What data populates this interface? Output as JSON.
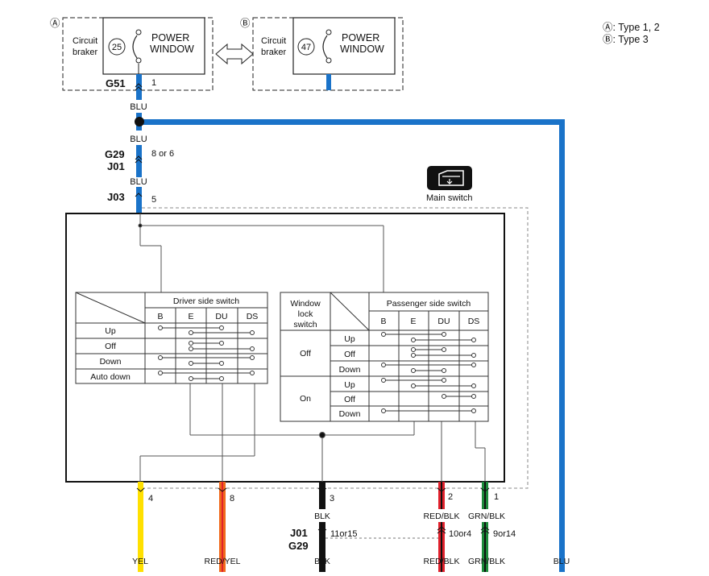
{
  "legend": {
    "type_a": "Ⓐ: Type 1, 2",
    "type_b": "Ⓑ: Type 3"
  },
  "module_a": {
    "marker": "Ⓐ",
    "breaker_label_1": "Circuit",
    "breaker_label_2": "braker",
    "fuse_number": "25",
    "fuse_label_1": "POWER",
    "fuse_label_2": "WINDOW",
    "connector": "G51",
    "pin": "1"
  },
  "module_b": {
    "marker": "Ⓑ",
    "breaker_label_1": "Circuit",
    "breaker_label_2": "braker",
    "fuse_number": "47",
    "fuse_label_1": "POWER",
    "fuse_label_2": "WINDOW"
  },
  "trunk": {
    "wire_color_1": "BLU",
    "wire_color_2": "BLU",
    "wire_color_3": "BLU",
    "connector_1": "G29",
    "connector_2": "J01",
    "pins": "8 or 6",
    "connector_3": "J03",
    "pin_3": "5",
    "right_wire_color": "BLU"
  },
  "main_switch": {
    "label": "Main switch"
  },
  "driver_table": {
    "title": "Driver side switch",
    "columns": [
      "B",
      "E",
      "DU",
      "DS"
    ],
    "rows": [
      "Up",
      "Off",
      "Down",
      "Auto down"
    ]
  },
  "passenger_table": {
    "lock_header_1": "Window",
    "lock_header_2": "lock",
    "lock_header_3": "switch",
    "title": "Passenger side switch",
    "columns": [
      "B",
      "E",
      "DU",
      "DS"
    ],
    "lock_off": "Off",
    "lock_on": "On",
    "rows": [
      "Up",
      "Off",
      "Down",
      "Up",
      "Off",
      "Down"
    ]
  },
  "outputs": {
    "pin_4": "4",
    "pin_8": "8",
    "pin_3": "3",
    "pin_2": "2",
    "pin_1": "1",
    "blk_1": "BLK",
    "redblk_1": "RED/BLK",
    "grnblk_1": "GRN/BLK",
    "connector_j01": "J01",
    "connector_g29": "G29",
    "pins_blk": "11or15",
    "pins_red": "10or4",
    "pins_grn": "9or14",
    "yel": "YEL",
    "redyel": "RED/YEL",
    "blk_2": "BLK",
    "redblk_2": "RED/BLK",
    "grnblk_2": "GRN/BLK",
    "blu": "BLU"
  },
  "colors": {
    "blue": "#1a73c9",
    "yellow": "#ffe000",
    "orange": "#f06a1c",
    "red": "#e0212c",
    "green": "#1d8a3a",
    "black": "#111111"
  }
}
